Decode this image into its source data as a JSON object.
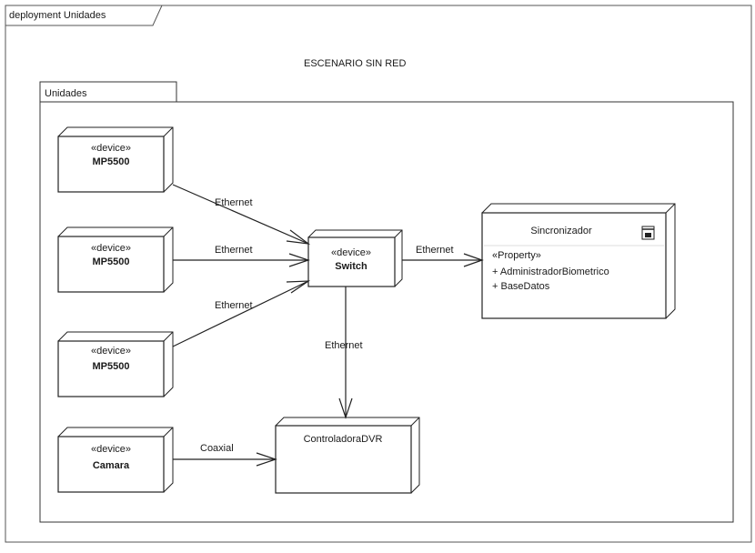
{
  "frame": {
    "label": "deployment Unidades"
  },
  "title": "ESCENARIO SIN RED",
  "package": {
    "label": "Unidades"
  },
  "nodes": {
    "mp1": {
      "stereotype": "«device»",
      "name": "MP5500"
    },
    "mp2": {
      "stereotype": "«device»",
      "name": "MP5500"
    },
    "mp3": {
      "stereotype": "«device»",
      "name": "MP5500"
    },
    "camara": {
      "stereotype": "«device»",
      "name": "Camara"
    },
    "switch": {
      "stereotype": "«device»",
      "name": "Switch"
    },
    "dvr": {
      "name": "ControladoraDVR"
    },
    "sincronizador": {
      "name": "Sincronizador",
      "section": "«Property»",
      "properties": [
        "+ AdministradorBiometrico",
        "+ BaseDatos"
      ]
    }
  },
  "edges": {
    "mp1_switch": "Ethernet",
    "mp2_switch": "Ethernet",
    "mp3_switch": "Ethernet",
    "switch_sync": "Ethernet",
    "switch_dvr": "Ethernet",
    "camara_dvr": "Coaxial"
  },
  "icons": {
    "artifact": "artifact-icon"
  }
}
